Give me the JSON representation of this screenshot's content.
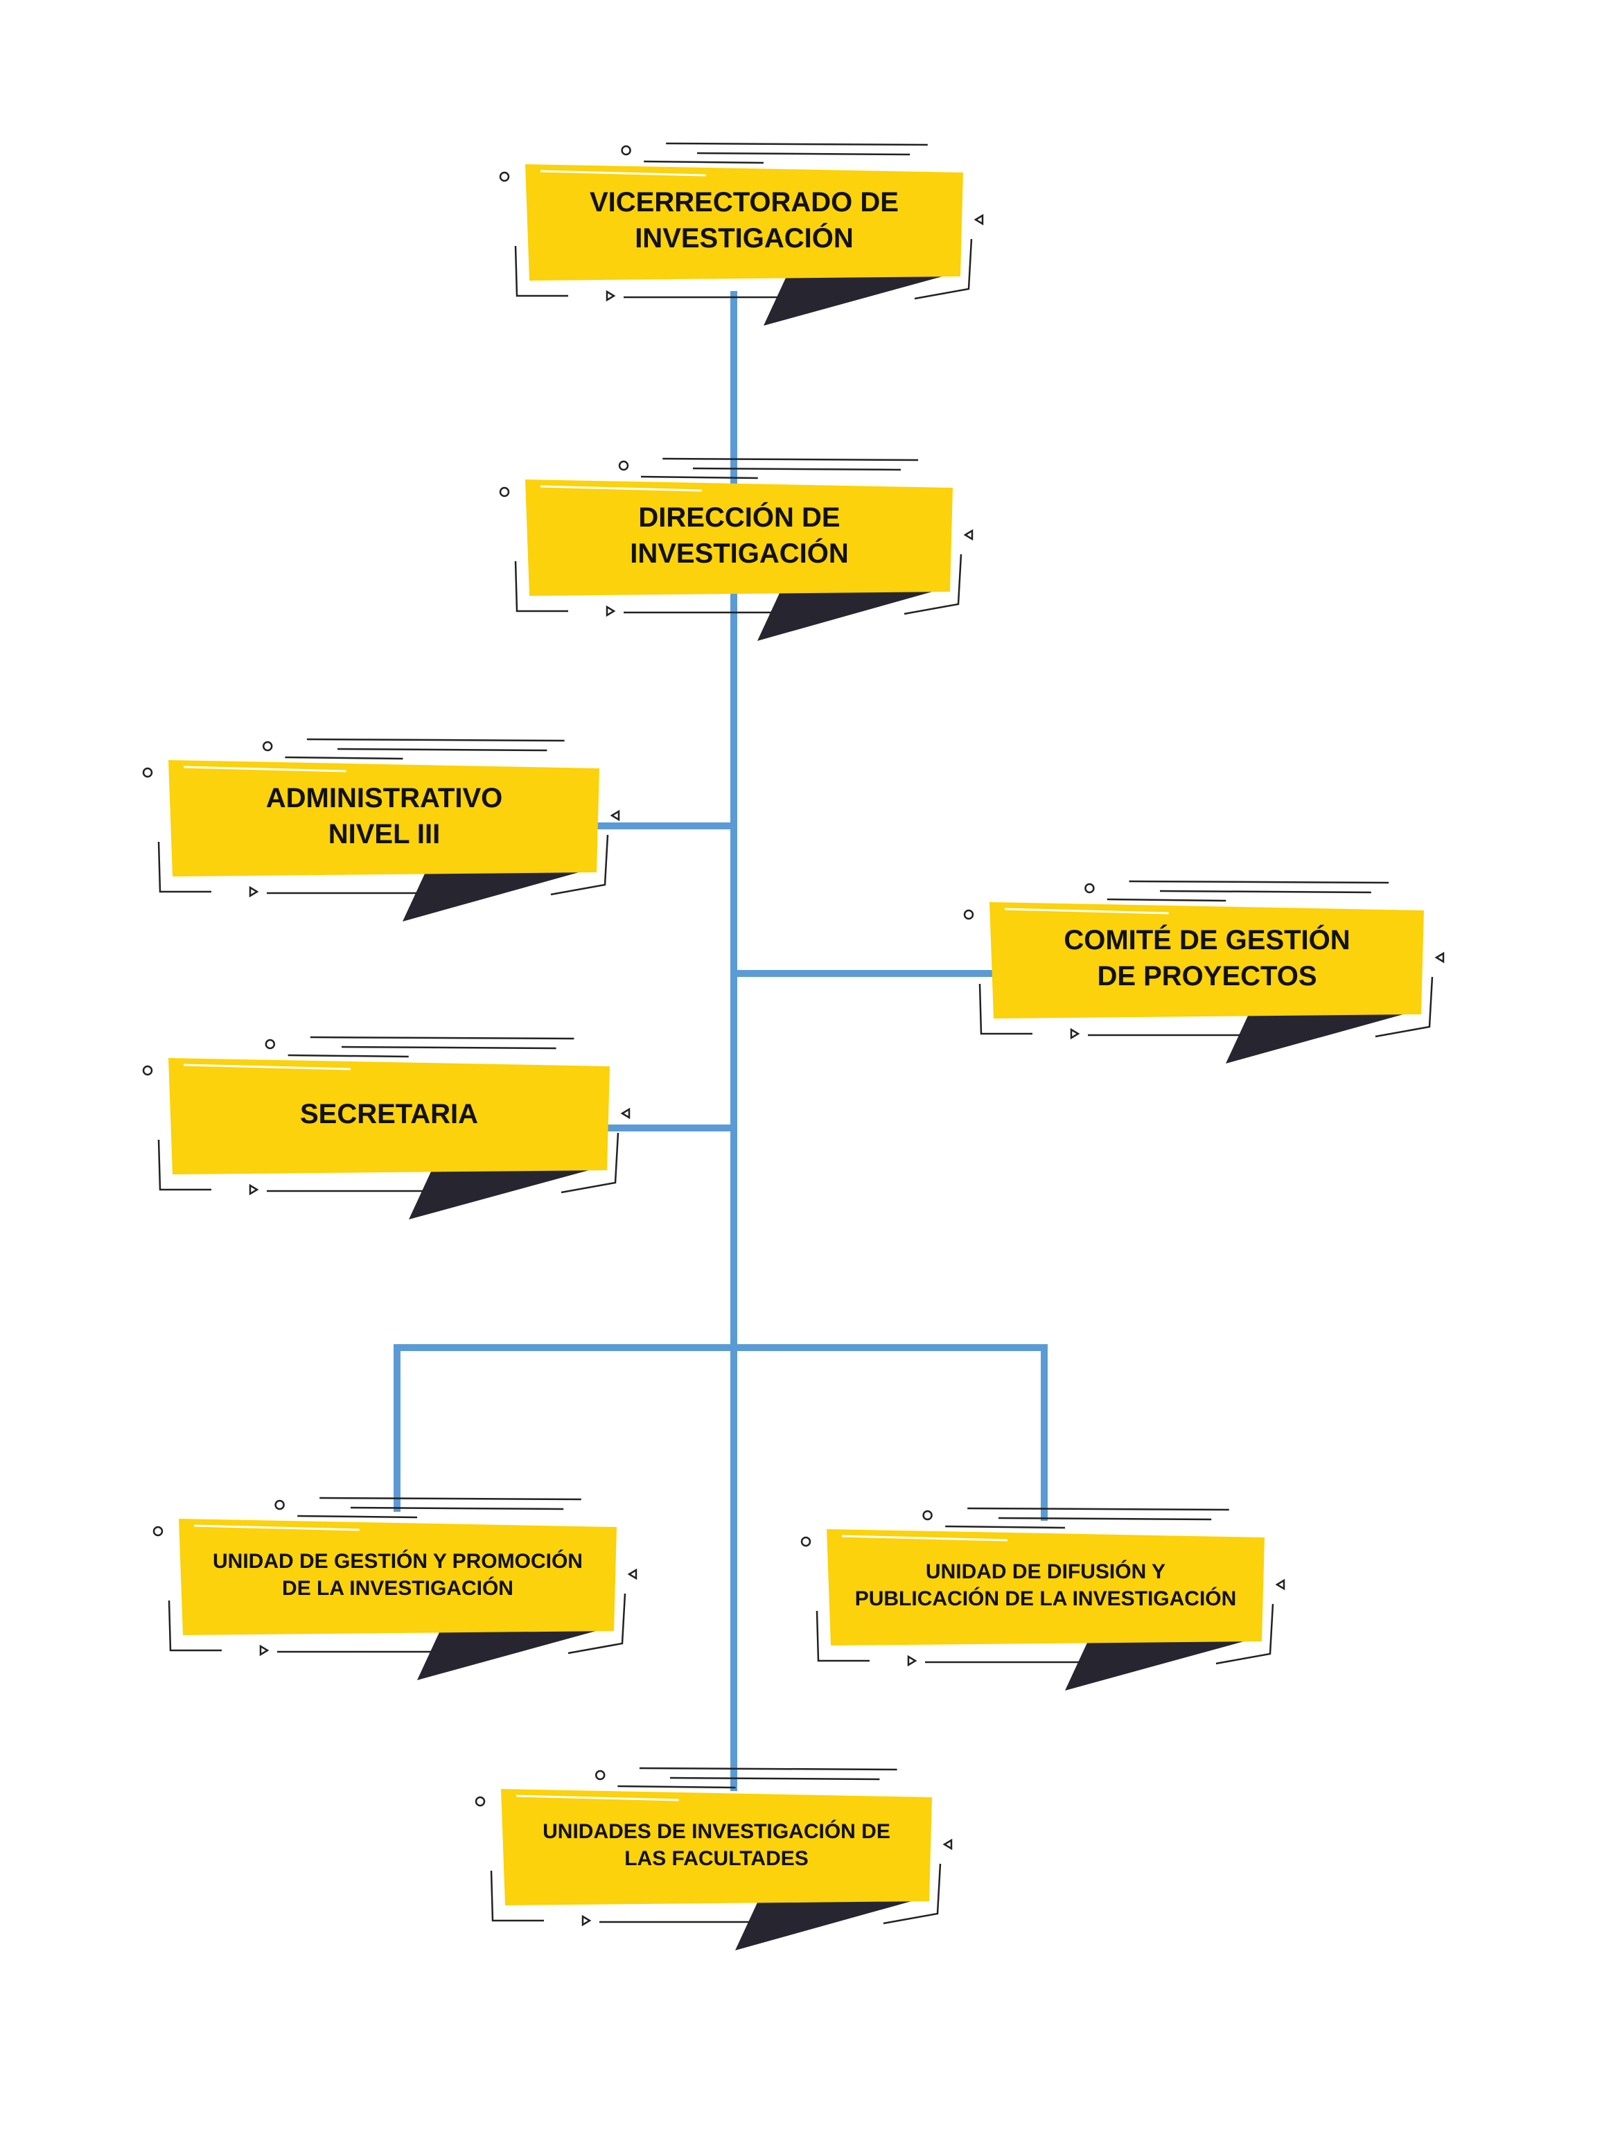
{
  "colors": {
    "box_fill": "#fbd20b",
    "ribbon_shadow": "#272530",
    "connector": "#5b9bd5",
    "outline": "#222222",
    "text": "#111111"
  },
  "nodes": {
    "vicerrectorado": {
      "line1": "VICERRECTORADO DE",
      "line2": "INVESTIGACIÓN"
    },
    "direccion": {
      "line1": "DIRECCIÓN DE",
      "line2": "INVESTIGACIÓN"
    },
    "administrativo": {
      "line1": "ADMINISTRATIVO",
      "line2": "NIVEL III"
    },
    "comite": {
      "line1": "COMITÉ DE GESTIÓN",
      "line2": "DE PROYECTOS"
    },
    "secretaria": {
      "line1": "SECRETARIA"
    },
    "unidad_gestion": {
      "line1": "UNIDAD DE GESTIÓN Y PROMOCIÓN",
      "line2": "DE LA INVESTIGACIÓN"
    },
    "unidad_difusion": {
      "line1": "UNIDAD DE DIFUSIÓN Y",
      "line2": "PUBLICACIÓN DE LA INVESTIGACIÓN"
    },
    "unidades_facultades": {
      "line1": "UNIDADES DE INVESTIGACIÓN DE",
      "line2": "LAS FACULTADES"
    }
  },
  "edges": [
    {
      "from": "vicerrectorado",
      "to": "direccion"
    },
    {
      "from": "direccion",
      "to": "administrativo"
    },
    {
      "from": "direccion",
      "to": "comite"
    },
    {
      "from": "direccion",
      "to": "secretaria"
    },
    {
      "from": "direccion",
      "to": "unidad_gestion"
    },
    {
      "from": "direccion",
      "to": "unidad_difusion"
    },
    {
      "from": "direccion",
      "to": "unidades_facultades"
    }
  ]
}
